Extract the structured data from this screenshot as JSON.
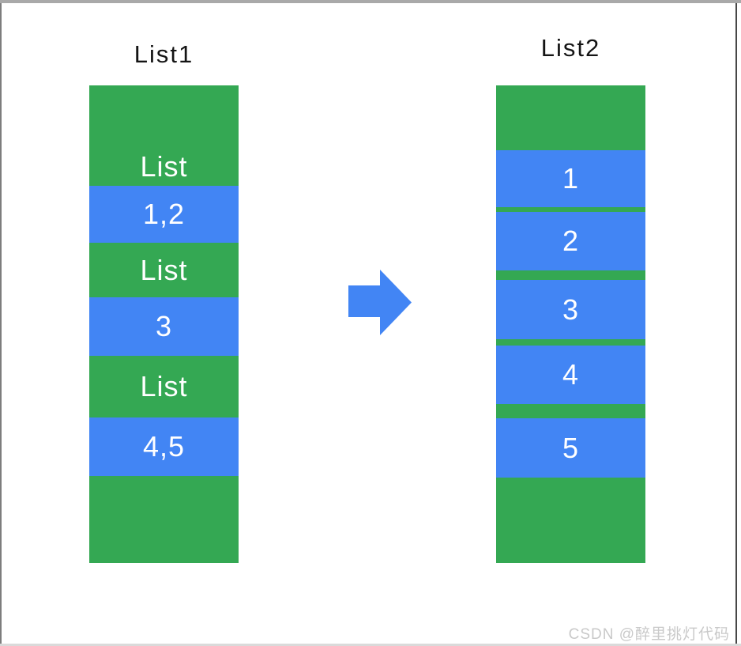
{
  "diagram": {
    "colors": {
      "green": "#34a853",
      "blue": "#4285f4",
      "label_text": "#ffffff",
      "title_text": "#141414",
      "watermark_text": "#c9c9c9"
    },
    "list1": {
      "title": "List1",
      "segments": [
        {
          "color": "green",
          "label": "List",
          "h": 127,
          "valign": "bottom"
        },
        {
          "color": "blue",
          "label": "1,2",
          "h": 72
        },
        {
          "color": "green",
          "label": "List",
          "h": 69
        },
        {
          "color": "blue",
          "label": "3",
          "h": 74
        },
        {
          "color": "green",
          "label": "List",
          "h": 78
        },
        {
          "color": "blue",
          "label": "4,5",
          "h": 74
        },
        {
          "color": "green",
          "label": "",
          "h": 110
        }
      ]
    },
    "list2": {
      "title": "List2",
      "segments": [
        {
          "color": "green",
          "label": "",
          "h": 82
        },
        {
          "color": "blue",
          "label": "1",
          "h": 72
        },
        {
          "color": "green",
          "label": "",
          "h": 6
        },
        {
          "color": "blue",
          "label": "2",
          "h": 74
        },
        {
          "color": "green",
          "label": "",
          "h": 12
        },
        {
          "color": "blue",
          "label": "3",
          "h": 75
        },
        {
          "color": "green",
          "label": "",
          "h": 8
        },
        {
          "color": "blue",
          "label": "4",
          "h": 74
        },
        {
          "color": "green",
          "label": "",
          "h": 18
        },
        {
          "color": "blue",
          "label": "5",
          "h": 75
        },
        {
          "color": "green",
          "label": "",
          "h": 108
        }
      ]
    },
    "arrow_icon": "arrow-right-icon"
  },
  "watermark": {
    "text": "CSDN @醉里挑灯代码"
  }
}
